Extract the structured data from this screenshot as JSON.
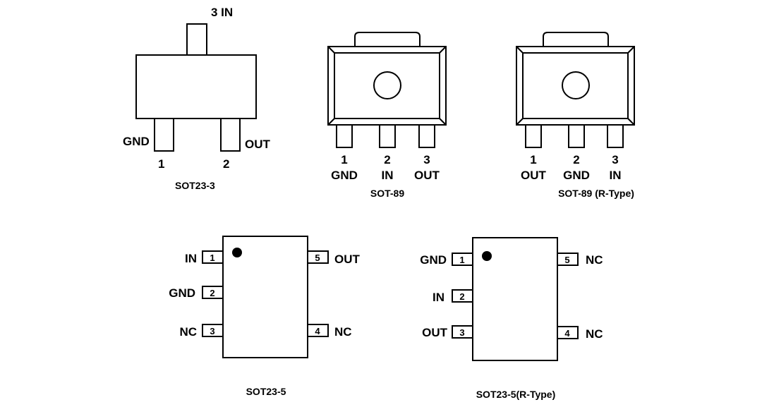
{
  "sot23_3": {
    "caption": "SOT23-3",
    "pin3_label": "3 IN",
    "pin1_name": "GND",
    "pin1_num": "1",
    "pin2_name": "OUT",
    "pin2_num": "2"
  },
  "sot89": {
    "caption": "SOT-89",
    "pins": [
      {
        "num": "1",
        "name": "GND"
      },
      {
        "num": "2",
        "name": "IN"
      },
      {
        "num": "3",
        "name": "OUT"
      }
    ]
  },
  "sot89_r": {
    "caption": "SOT-89 (R-Type)",
    "pins": [
      {
        "num": "1",
        "name": "OUT"
      },
      {
        "num": "2",
        "name": "GND"
      },
      {
        "num": "3",
        "name": "IN"
      }
    ]
  },
  "sot23_5": {
    "caption": "SOT23-5",
    "left_pins": [
      {
        "num": "1",
        "name": "IN"
      },
      {
        "num": "2",
        "name": "GND"
      },
      {
        "num": "3",
        "name": "NC"
      }
    ],
    "right_pins": [
      {
        "num": "5",
        "name": "OUT"
      },
      {
        "num": "4",
        "name": "NC"
      }
    ]
  },
  "sot23_5_r": {
    "caption": "SOT23-5(R-Type)",
    "left_pins": [
      {
        "num": "1",
        "name": "GND"
      },
      {
        "num": "2",
        "name": "IN"
      },
      {
        "num": "3",
        "name": "OUT"
      }
    ],
    "right_pins": [
      {
        "num": "5",
        "name": "NC"
      },
      {
        "num": "4",
        "name": "NC"
      }
    ]
  }
}
